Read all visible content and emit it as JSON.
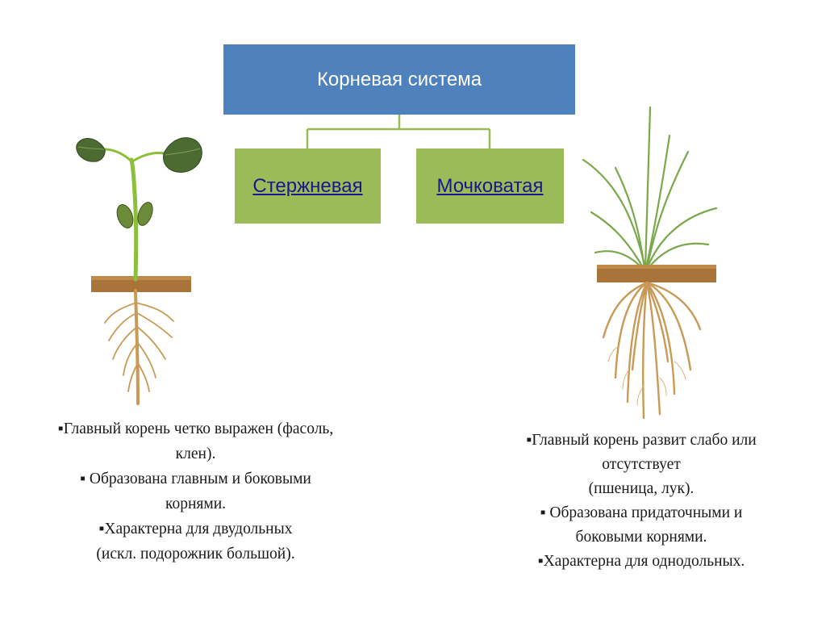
{
  "diagram": {
    "root": {
      "label": "Корневая система"
    },
    "children": [
      {
        "label": "Стержневая"
      },
      {
        "label": "Мочковатая"
      }
    ]
  },
  "left_description": {
    "lines": [
      "▪Главный корень четко выражен (фасоль,",
      "клен).",
      "▪ Образована главным и боковыми",
      "корнями.",
      "▪Характерна для двудольных",
      "(искл. подорожник большой)."
    ]
  },
  "right_description": {
    "lines": [
      "▪Главный корень развит слабо или",
      "отсутствует",
      "(пшеница, лук).",
      "▪ Образована придаточными и",
      "боковыми корнями.",
      "▪Характерна для однодольных."
    ]
  },
  "colors": {
    "root_box": "#4f81bd",
    "child_box": "#9bbb59",
    "connector": "#9bbb59",
    "link_text": "#17178f",
    "soil": "#a8743a",
    "root_fiber": "#c89a55",
    "leaf_dark": "#4b6b32",
    "stem": "#8bbf3c"
  },
  "images": {
    "left_plant": "bean-seedling-taproot",
    "right_plant": "grass-fibrous-root"
  }
}
